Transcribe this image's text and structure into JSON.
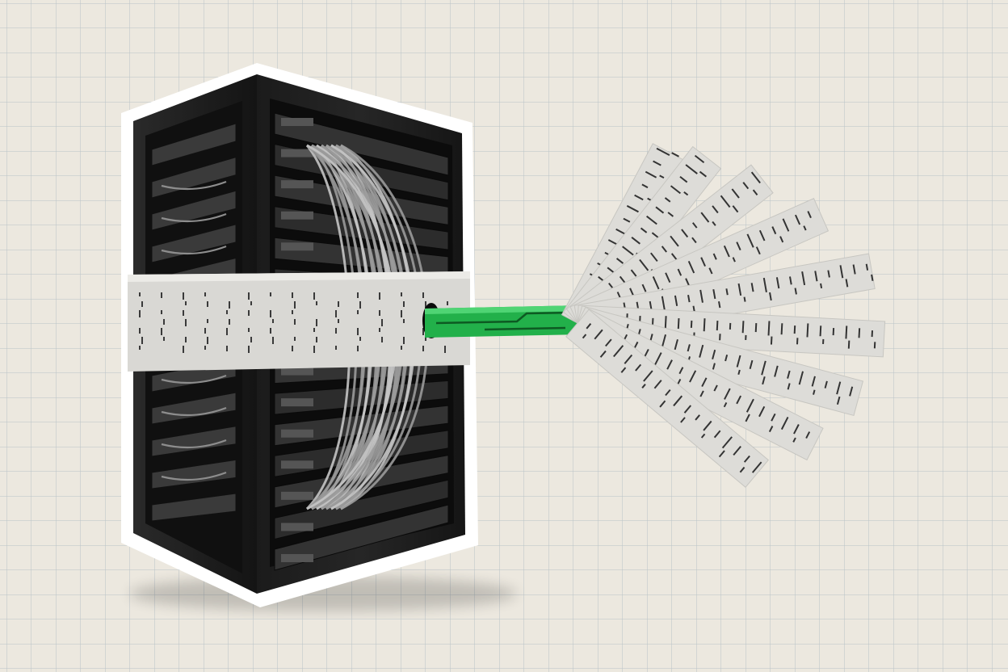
{
  "scene": {
    "kind": "collage",
    "background": {
      "pattern": "graph-paper",
      "paper_color": "#ece8df",
      "grid_color": "#b9c2c7"
    },
    "server_rack": {
      "color": "#1c1c1c",
      "outline": "#ffffff",
      "cable_color": "#9a9a9a"
    },
    "band": {
      "color": "#d9d8d4",
      "mark_color": "#3a3a3a"
    },
    "connector": {
      "color": "#22b04a",
      "trace_color": "#0d5a22"
    },
    "strips": {
      "count": 9,
      "color": "#dddcd8",
      "mark_color": "#333333"
    }
  }
}
